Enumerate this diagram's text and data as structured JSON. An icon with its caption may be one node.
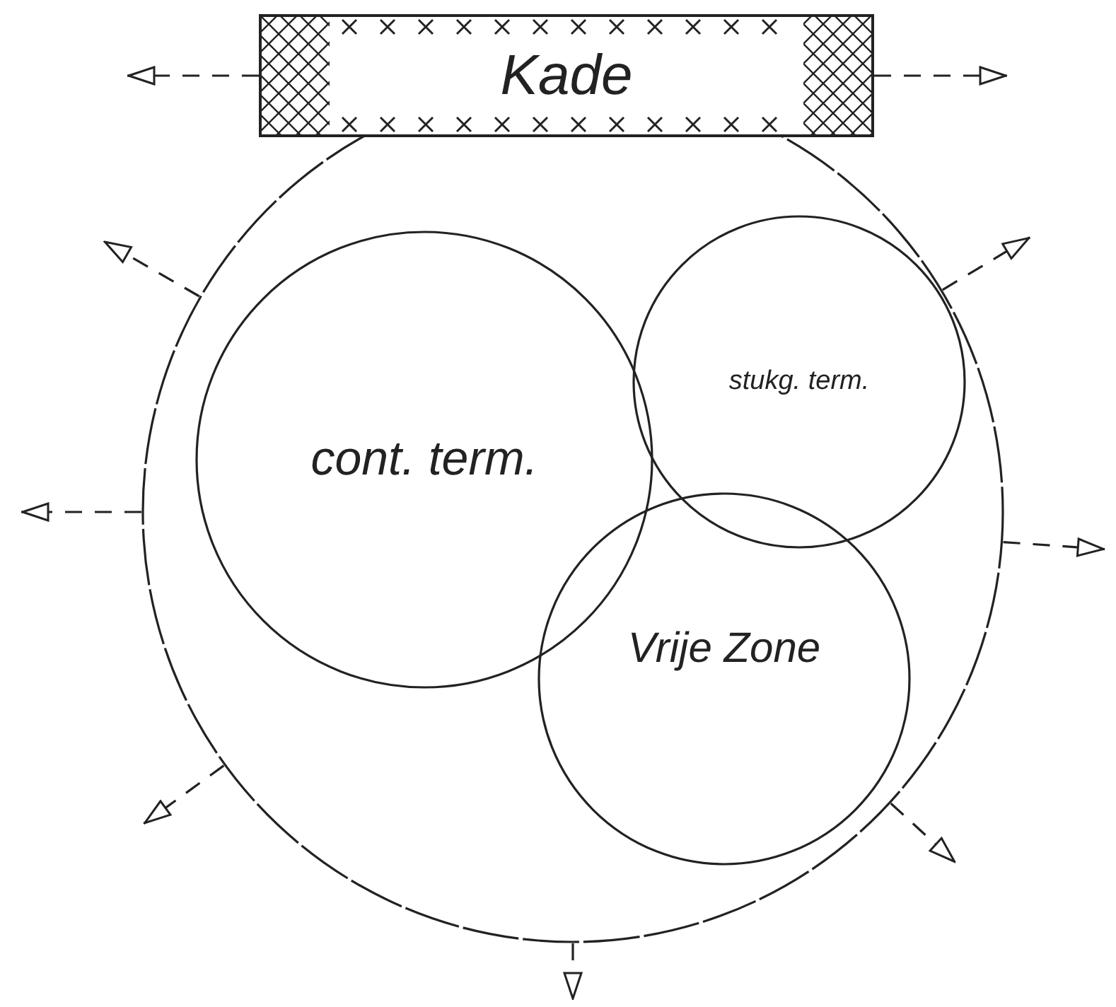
{
  "diagram": {
    "nodes": [
      {
        "text": [
          "Kade"
        ]
      },
      {
        "text": [],
        "shape": "circle"
      },
      {
        "text": [
          "cont. term."
        ],
        "in": 1
      },
      {
        "text": [
          "stukg. term."
        ],
        "in": 1
      },
      {
        "text": [
          "Vrije Zone"
        ],
        "in": 1
      }
    ],
    "edges": [
      {
        "from": 0,
        "to": null,
        "arrow": "to",
        "style": "dashed"
      },
      {
        "from": 0,
        "to": null,
        "arrow": "to",
        "style": "dashed"
      },
      {
        "from": 1,
        "to": null,
        "arrow": "to",
        "style": "dashed"
      },
      {
        "from": 1,
        "to": null,
        "arrow": "to",
        "style": "dashed"
      },
      {
        "from": 1,
        "to": null,
        "arrow": "to",
        "style": "dashed"
      },
      {
        "from": 1,
        "to": null,
        "arrow": "to",
        "style": "dashed"
      },
      {
        "from": 1,
        "to": null,
        "arrow": "to",
        "style": "dashed"
      },
      {
        "from": 1,
        "to": null,
        "arrow": "to",
        "style": "dashed"
      },
      {
        "from": 1,
        "to": null,
        "arrow": "to",
        "style": "dashed"
      }
    ]
  }
}
